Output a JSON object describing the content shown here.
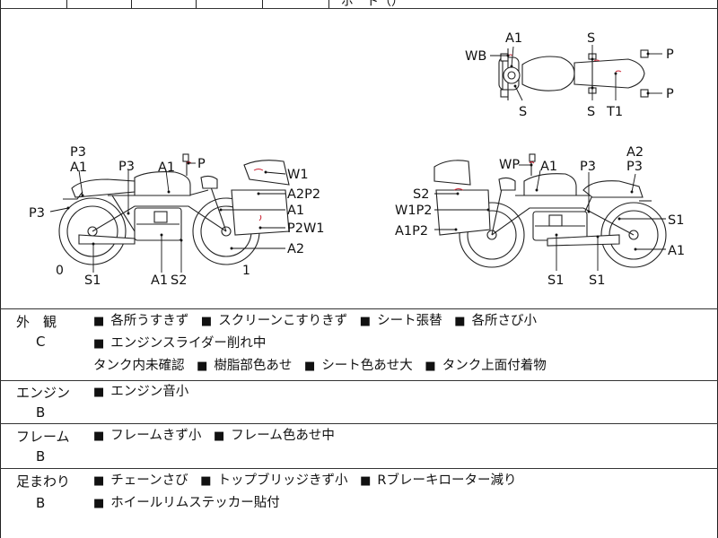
{
  "header": {
    "cropped_text": "ボ　ト（）"
  },
  "diagram": {
    "top_view_labels": [
      "A1",
      "S",
      "WB",
      "P",
      "P",
      "S",
      "S",
      "T1"
    ],
    "left_view_labels": [
      "P3",
      "A1",
      "P3",
      "A1",
      "P",
      "W1",
      "A2P2",
      "A1",
      "P2W1",
      "A2",
      "P3",
      "0",
      "1",
      "S1",
      "A1",
      "S2"
    ],
    "right_view_labels": [
      "A2",
      "WP",
      "A1",
      "P3",
      "P3",
      "S2",
      "W1P2",
      "A1P2",
      "S1",
      "A1",
      "S1",
      "S1"
    ]
  },
  "sections": [
    {
      "name": "外　観",
      "grade": "C",
      "items": [
        "各所うすきず",
        "スクリーンこすりきず",
        "シート張替",
        "各所さび小",
        "エンジンスライダー削れ中",
        "タンク内未確認",
        "樹脂部色あせ",
        "シート色あせ大",
        "タンク上面付着物"
      ]
    },
    {
      "name": "エンジン",
      "grade": "B",
      "items": [
        "エンジン音小"
      ]
    },
    {
      "name": "フレーム",
      "grade": "B",
      "items": [
        "フレームきず小",
        "フレーム色あせ中"
      ]
    },
    {
      "name": "足まわり",
      "grade": "B",
      "items": [
        "チェーンさび",
        "トップブリッジきず小",
        "Rブレーキローター減り",
        "ホイールリムステッカー貼付"
      ]
    }
  ],
  "bullet": "■"
}
